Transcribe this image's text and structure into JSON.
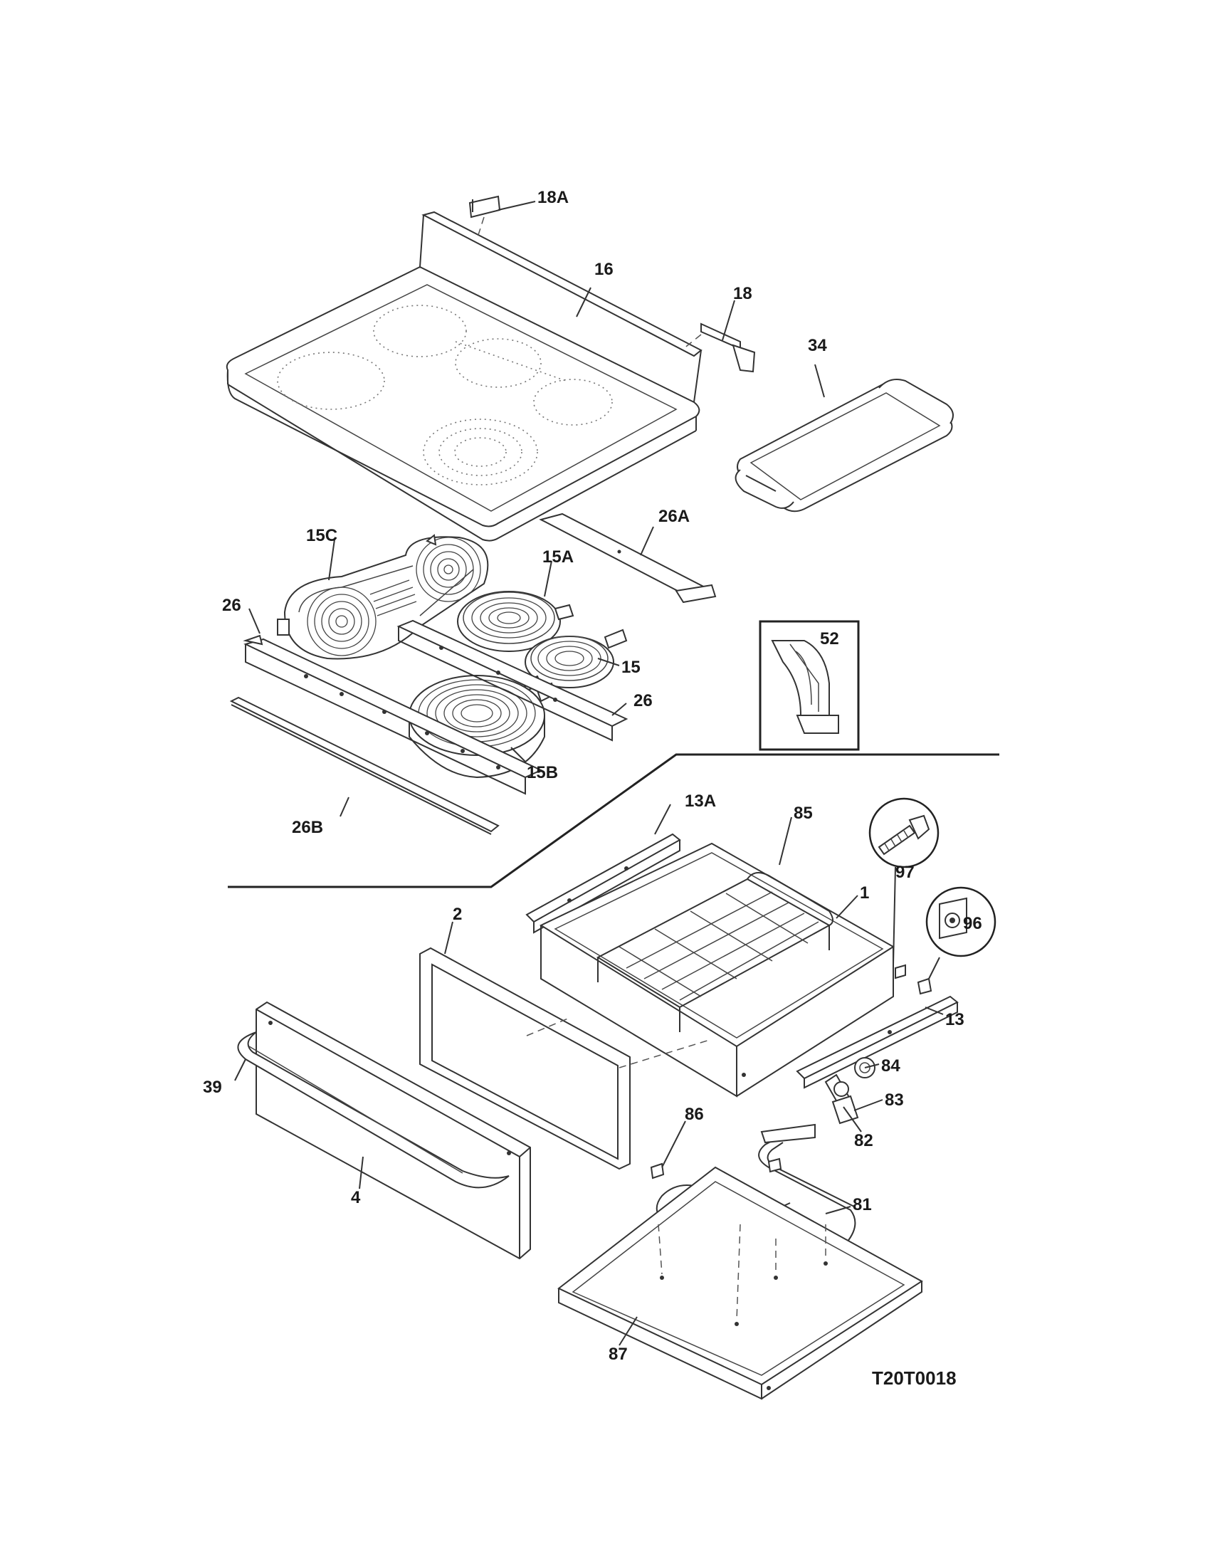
{
  "diagram": {
    "drawing_code": "T20T0018",
    "labels": {
      "p18A": "18A",
      "p16": "16",
      "p18": "18",
      "p34": "34",
      "p26A": "26A",
      "p15C": "15C",
      "p15A": "15A",
      "p26_left": "26",
      "p52": "52",
      "p15": "15",
      "p26_right": "26",
      "p15B": "15B",
      "p26B": "26B",
      "p13A": "13A",
      "p85": "85",
      "p97": "97",
      "p1": "1",
      "p96": "96",
      "p2": "2",
      "p13": "13",
      "p84": "84",
      "p39": "39",
      "p83": "83",
      "p86": "86",
      "p82": "82",
      "p4": "4",
      "p81": "81",
      "p87": "87"
    }
  }
}
